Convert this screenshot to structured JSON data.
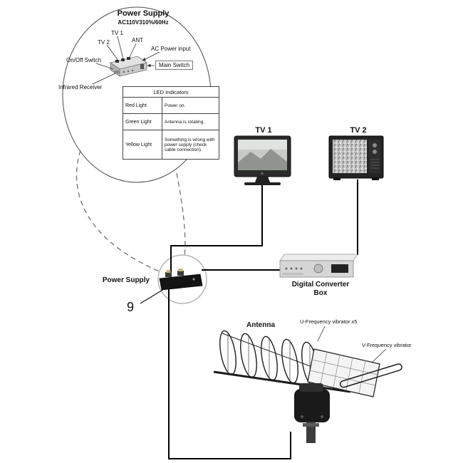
{
  "callout": {
    "title": "Power Supply",
    "subtitle": "AC110V310%/60Hz",
    "port_labels": {
      "tv1": "TV 1",
      "tv2": "TV 2",
      "ant": "ANT",
      "ac_power_input": "AC Power input",
      "main_switch": "Main Switch",
      "on_off_switch": "On/Off Switch",
      "infrared_receiver": "Infrared Receiver"
    },
    "led_table": {
      "header": "LED Indicators",
      "rows": [
        {
          "light": "Red Light",
          "meaning": "Power on."
        },
        {
          "light": "Green Light",
          "meaning": "Antenna is rotating."
        },
        {
          "light": "Yellow Light",
          "meaning": "Something is wrong with power supply (check cable connection)."
        }
      ]
    }
  },
  "labels": {
    "tv1": "TV 1",
    "tv2": "TV 2",
    "converter_box": "Digital Converter Box",
    "power_supply": "Power Supply",
    "antenna": "Antenna",
    "step_number": "9",
    "u_frequency": "U-Frequency vibrator x5",
    "v_frequency": "V-Frequency vibrator"
  },
  "colors": {
    "cable": "#000000",
    "callout_stroke": "#4a4a4a",
    "highlight_circle": "#b5b5b5"
  }
}
